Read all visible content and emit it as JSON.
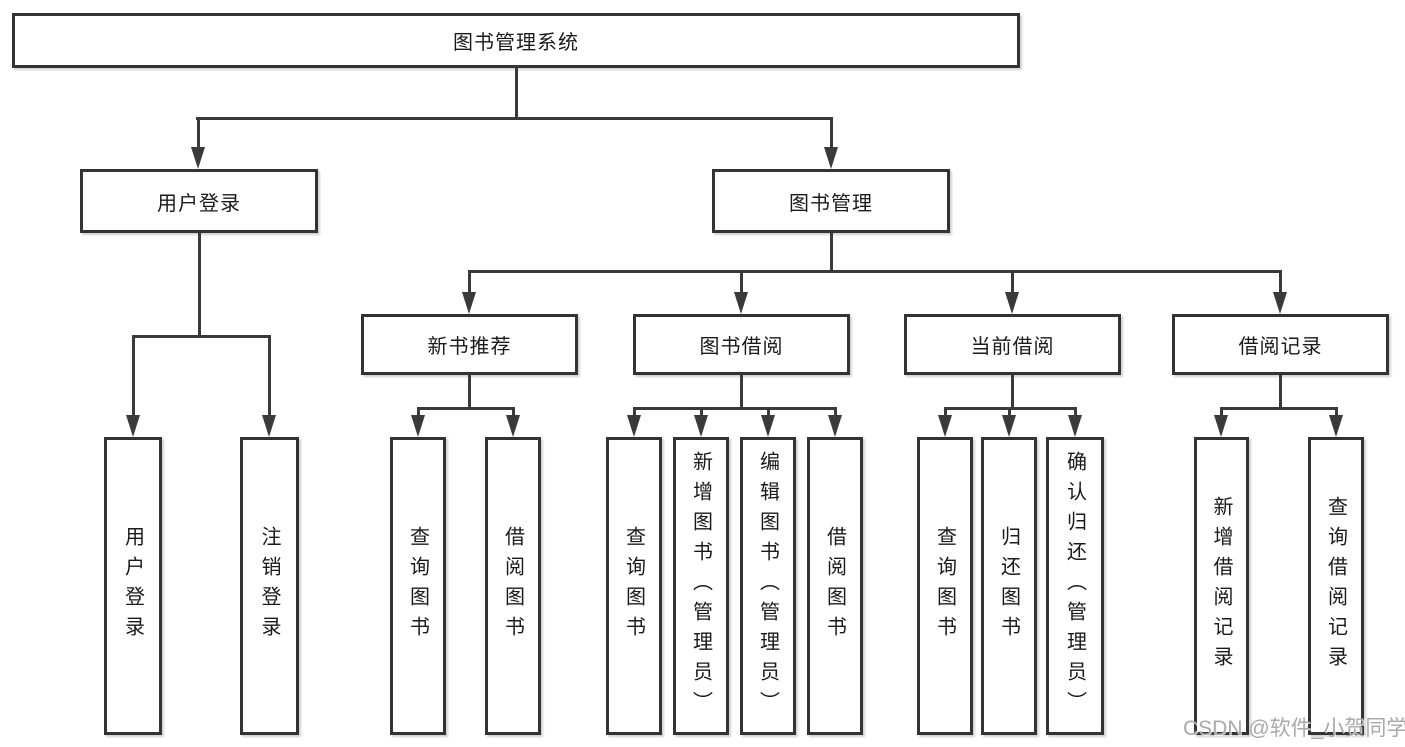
{
  "diagram": {
    "root": {
      "label": "图书管理系统"
    },
    "level2": [
      {
        "label": "用户登录",
        "children": [
          {
            "label": "用户登录"
          },
          {
            "label": "注销登录"
          }
        ]
      },
      {
        "label": "图书管理",
        "children": [
          {
            "label": "新书推荐",
            "children": [
              {
                "label": "查询图书"
              },
              {
                "label": "借阅图书"
              }
            ]
          },
          {
            "label": "图书借阅",
            "children": [
              {
                "label": "查询图书"
              },
              {
                "label": "新增图书（管理员）"
              },
              {
                "label": "编辑图书（管理员）"
              },
              {
                "label": "借阅图书"
              }
            ]
          },
          {
            "label": "当前借阅",
            "children": [
              {
                "label": "查询图书"
              },
              {
                "label": "归还图书"
              },
              {
                "label": "确认归还（管理员）"
              }
            ]
          },
          {
            "label": "借阅记录",
            "children": [
              {
                "label": "新增借阅记录"
              },
              {
                "label": "查询借阅记录"
              }
            ]
          }
        ]
      }
    ]
  },
  "watermark": {
    "text": "CSDN @软件_小贺同学"
  },
  "colors": {
    "line": "#3a3a3a",
    "box_border": "#333333",
    "box_bg": "#ffffff",
    "page_bg": "#ffffff",
    "label_text": "#1a1a1a",
    "watermark": "#a9a9a9"
  }
}
